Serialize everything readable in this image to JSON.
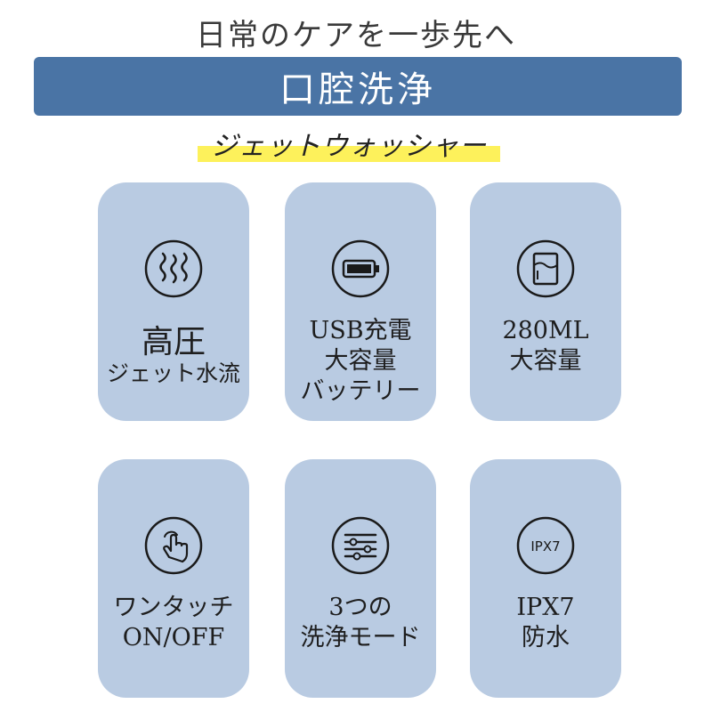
{
  "header": {
    "tagline": "日常のケアを一歩先へ",
    "banner_title": "口腔洗浄",
    "product_name": "ジェットウォッシャー"
  },
  "colors": {
    "banner": "#4a74a5",
    "card": "#b9cbe2",
    "highlight": "#fdf15b",
    "icon_stroke": "#1a1a1a"
  },
  "features": [
    {
      "icon": "water-jet-icon",
      "lines": [
        "高圧",
        "ジェット水流"
      ]
    },
    {
      "icon": "battery-icon",
      "lines": [
        "USB充電",
        "大容量",
        "バッテリー"
      ]
    },
    {
      "icon": "water-tank-icon",
      "lines": [
        "280ML",
        "大容量"
      ]
    },
    {
      "icon": "touch-finger-icon",
      "lines": [
        "ワンタッチ",
        "ON/OFF"
      ]
    },
    {
      "icon": "sliders-icon",
      "lines": [
        "3つの",
        "洗浄モード"
      ]
    },
    {
      "icon": "ipx7-icon",
      "icon_text": "IPX7",
      "lines": [
        "IPX7",
        "防水"
      ]
    }
  ]
}
